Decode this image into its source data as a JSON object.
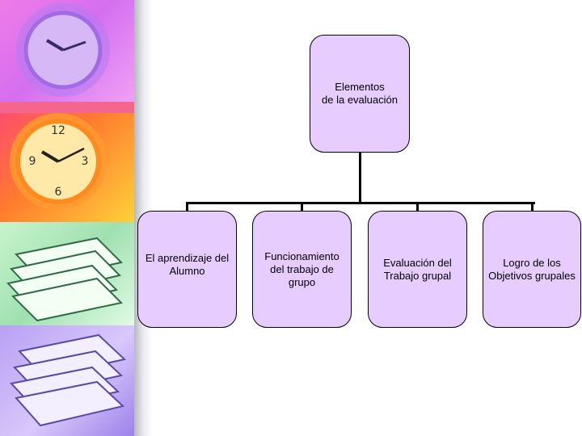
{
  "diagram": {
    "root": {
      "line1": "Elementos",
      "line2": "de la evaluación"
    },
    "children": [
      {
        "line1": "El aprendizaje del",
        "line2": "Alumno"
      },
      {
        "line1": "Funcionamiento",
        "line2": "del trabajo de grupo"
      },
      {
        "line1": "Evaluación del",
        "line2": "Trabajo grupal"
      },
      {
        "line1": "Logro de los",
        "line2": "Objetivos grupales"
      }
    ]
  },
  "colors": {
    "node_fill": "#e6ccff",
    "line": "#000000"
  },
  "decorations": [
    "clock-photo-purple",
    "clock-photo-orange",
    "paper-stack-green",
    "paper-stack-purple"
  ]
}
